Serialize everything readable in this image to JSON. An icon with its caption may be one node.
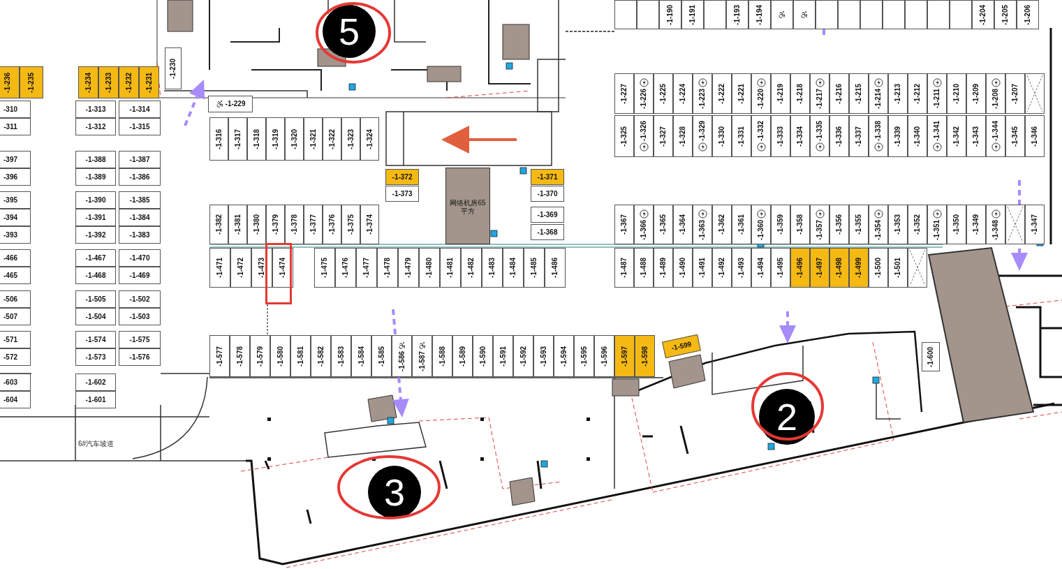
{
  "diagram": {
    "nodes": [
      {
        "text": [
          "5"
        ]
      },
      {
        "text": [
          "网络机房65平方"
        ]
      },
      {
        "text": [
          "2"
        ]
      },
      {
        "text": [
          "3"
        ]
      }
    ],
    "edges": [],
    "labels": [
      "-1-236",
      "-1-235",
      "-1-234",
      "-1-233",
      "-1-232",
      "-1-231",
      "-1-230",
      "-1-229",
      "-1-190",
      "-1-191",
      "-1-193",
      "-1-194",
      "-1-204",
      "-1-205",
      "-1-206",
      "-310",
      "-311",
      "-397",
      "-396",
      "-395",
      "-394",
      "-393",
      "-466",
      "-465",
      "-506",
      "-507",
      "-571",
      "-572",
      "-603",
      "-604",
      "-1-313",
      "-1-312",
      "-1-388",
      "-1-389",
      "-1-390",
      "-1-391",
      "-1-392",
      "-1-467",
      "-1-468",
      "-1-505",
      "-1-504",
      "-1-574",
      "-1-573",
      "-1-602",
      "-1-601",
      "-1-314",
      "-1-315",
      "-1-387",
      "-1-386",
      "-1-385",
      "-1-384",
      "-1-383",
      "-1-470",
      "-1-469",
      "-1-502",
      "-1-503",
      "-1-575",
      "-1-576",
      "-1-316",
      "-1-317",
      "-1-318",
      "-1-319",
      "-1-320",
      "-1-321",
      "-1-322",
      "-1-323",
      "-1-324",
      "-1-372",
      "-1-373",
      "-1-371",
      "-1-370",
      "-1-369",
      "-1-368",
      "-1-227",
      "-1-226",
      "-1-225",
      "-1-224",
      "-1-223",
      "-1-222",
      "-1-221",
      "-1-220",
      "-1-219",
      "-1-218",
      "-1-217",
      "-1-216",
      "-1-215",
      "-1-214",
      "-1-213",
      "-1-212",
      "-1-211",
      "-1-210",
      "-1-209",
      "-1-208",
      "-1-207",
      "-1-325",
      "-1-326",
      "-1-327",
      "-1-328",
      "-1-329",
      "-1-330",
      "-1-331",
      "-1-332",
      "-1-333",
      "-1-334",
      "-1-335",
      "-1-336",
      "-1-337",
      "-1-338",
      "-1-339",
      "-1-340",
      "-1-341",
      "-1-342",
      "-1-343",
      "-1-344",
      "-1-345",
      "-1-346",
      "-1-382",
      "-1-381",
      "-1-380",
      "-1-379",
      "-1-378",
      "-1-377",
      "-1-376",
      "-1-375",
      "-1-374",
      "-1-367",
      "-1-366",
      "-1-365",
      "-1-364",
      "-1-363",
      "-1-362",
      "-1-361",
      "-1-360",
      "-1-359",
      "-1-358",
      "-1-357",
      "-1-356",
      "-1-355",
      "-1-354",
      "-1-353",
      "-1-352",
      "-1-351",
      "-1-350",
      "-1-349",
      "-1-348",
      "-1-347",
      "-1-471",
      "-1-472",
      "-1-473",
      "-1-474",
      "-1-475",
      "-1-476",
      "-1-477",
      "-1-478",
      "-1-479",
      "-1-480",
      "-1-481",
      "-1-482",
      "-1-483",
      "-1-484",
      "-1-485",
      "-1-486",
      "-1-487",
      "-1-488",
      "-1-489",
      "-1-490",
      "-1-491",
      "-1-492",
      "-1-493",
      "-1-494",
      "-1-495",
      "-1-496",
      "-1-497",
      "-1-498",
      "-1-499",
      "-1-500",
      "-1-501",
      "-1-577",
      "-1-578",
      "-1-579",
      "-1-580",
      "-1-581",
      "-1-582",
      "-1-583",
      "-1-584",
      "-1-585",
      "-1-586",
      "-1-587",
      "-1-588",
      "-1-589",
      "-1-590",
      "-1-591",
      "-1-592",
      "-1-593",
      "-1-594",
      "-1-595",
      "-1-596",
      "-1-597",
      "-1-598",
      "-1-599",
      "-1-600",
      "6#汽车坡道"
    ]
  }
}
